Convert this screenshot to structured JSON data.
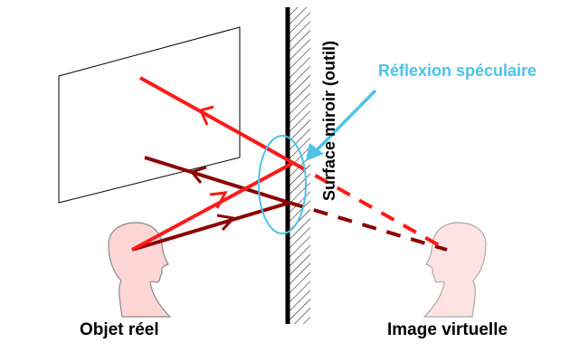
{
  "labels": {
    "real_object": "Objet réel",
    "virtual_image": "Image virtuelle",
    "specular_reflection": "Réflexion spéculaire",
    "mirror_surface": "Surface miroir (outil)"
  },
  "colors": {
    "ray_bright": "#ff1a1a",
    "ray_dark": "#8b0000",
    "highlight": "#4dc3e8",
    "head_fill": "#ffd6d6",
    "head_fill_virtual": "#ffe3e3",
    "head_stroke": "#888888"
  },
  "icons": {
    "real_head": "person-head-silhouette",
    "virtual_head": "person-head-silhouette-mirrored"
  }
}
